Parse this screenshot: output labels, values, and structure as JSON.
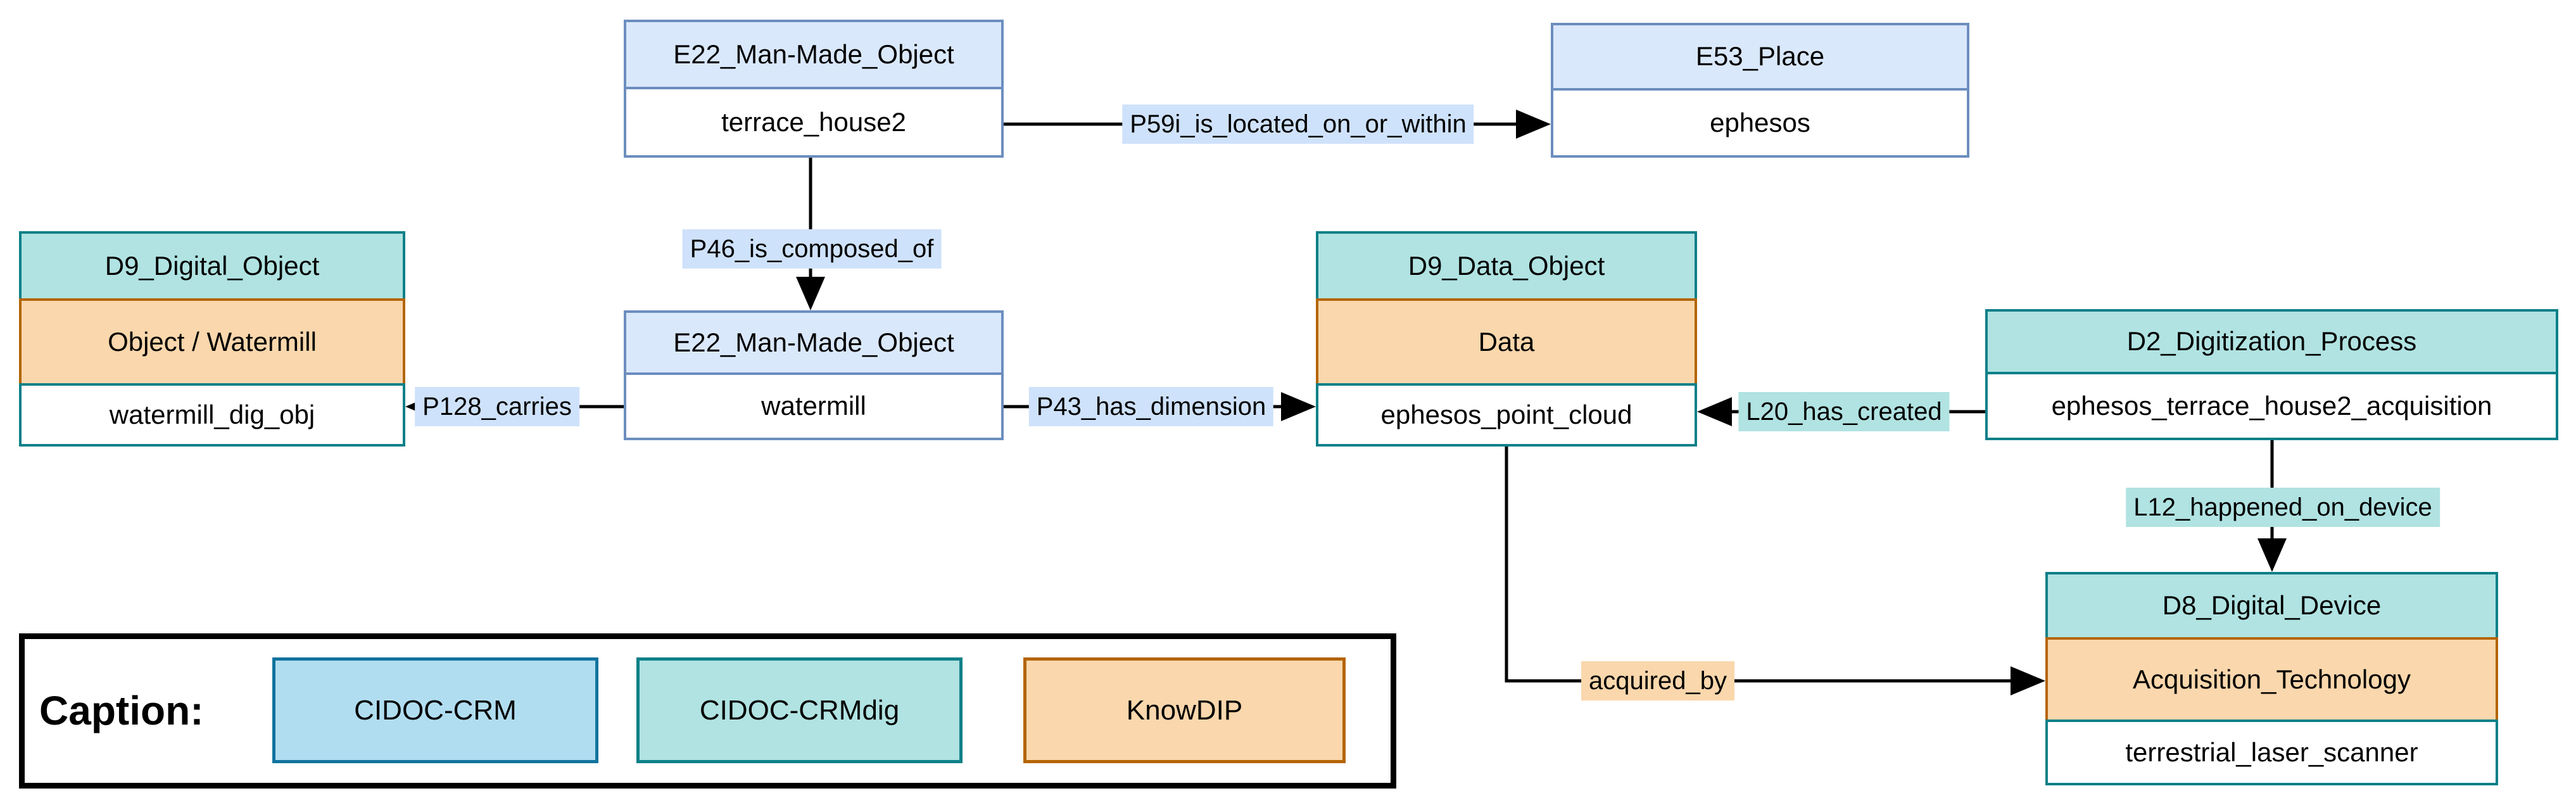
{
  "palette": {
    "cidoc_crm_fill": "#dae8fc",
    "cidoc_crm_border": "#6c8ebf",
    "crmdig_fill": "#b0e3e2",
    "crmdig_border": "#0e8088",
    "knowdip_fill": "#fad7ac",
    "knowdip_border": "#b46504",
    "property_label_crm_bg": "#cfe2fb",
    "property_label_crmdig_bg": "#b0e3e2",
    "property_label_knowdip_bg": "#fad7ac",
    "connector_color": "#000000"
  },
  "nodes": {
    "terrace_house": {
      "class_name": "E22_Man-Made_Object",
      "instance": "terrace_house2"
    },
    "place": {
      "class_name": "E53_Place",
      "instance": "ephesos"
    },
    "watermill": {
      "class_name": "E22_Man-Made_Object",
      "instance": "watermill"
    },
    "digital_object": {
      "class_name": "D9_Digital_Object",
      "concept": "Object / Watermill",
      "instance": "watermill_dig_obj"
    },
    "data_object": {
      "class_name": "D9_Data_Object",
      "concept": "Data",
      "instance": "ephesos_point_cloud"
    },
    "digitization_process": {
      "class_name": "D2_Digitization_Process",
      "instance": "ephesos_terrace_house2_acquisition"
    },
    "digital_device": {
      "class_name": "D8_Digital_Device",
      "concept": "Acquisition_Technology",
      "instance": "terrestrial_laser_scanner"
    }
  },
  "edges": {
    "p59i": "P59i_is_located_on_or_within",
    "p46": "P46_is_composed_of",
    "p128": "P128_carries",
    "p43": "P43_has_dimension",
    "l20": "L20_has_created",
    "l12": "L12_happened_on_device",
    "acquired_by": "acquired_by"
  },
  "caption": {
    "title": "Caption:",
    "legend": [
      {
        "label": "CIDOC-CRM",
        "fill": "#b1ddf0",
        "border": "#10739e"
      },
      {
        "label": "CIDOC-CRMdig",
        "fill": "#b0e3e2",
        "border": "#0e8088"
      },
      {
        "label": "KnowDIP",
        "fill": "#fad7ac",
        "border": "#b46504"
      }
    ]
  }
}
